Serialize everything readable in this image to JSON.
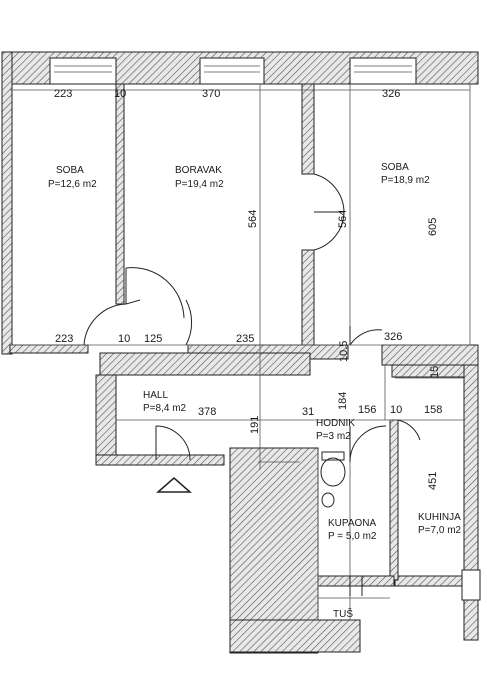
{
  "rooms": {
    "soba_left": {
      "name": "SOBA",
      "area": "P=12,6 m2"
    },
    "boravak": {
      "name": "BORAVAK",
      "area": "P=19,4 m2"
    },
    "soba_right": {
      "name": "SOBA",
      "area": "P=18,9 m2"
    },
    "hall": {
      "name": "HALL",
      "area": "P=8,4 m2"
    },
    "hodnik": {
      "name": "HODNIK",
      "area": "P=3 m2"
    },
    "kupaona": {
      "name": "KUPAONA",
      "area": "P = 5,0 m2"
    },
    "kuhinja": {
      "name": "KUHINJA",
      "area": "P=7,0 m2"
    },
    "tus": {
      "name": "TUŠ"
    }
  },
  "dimensions": {
    "top_223": "223",
    "top_10": "10",
    "top_370": "370",
    "top_326": "326",
    "v_564_boravak": "564",
    "v_564_soba": "564",
    "v_605": "605",
    "mid_223": "223",
    "mid_10": "10",
    "mid_125": "125",
    "mid_235": "235",
    "mid_326": "326",
    "v_10_5": "10,5",
    "v_15": "15",
    "hall_378": "378",
    "hall_31": "31",
    "v_184": "184",
    "h_156": "156",
    "h_10": "10",
    "h_158": "158",
    "v_191": "191",
    "v_451": "451"
  }
}
